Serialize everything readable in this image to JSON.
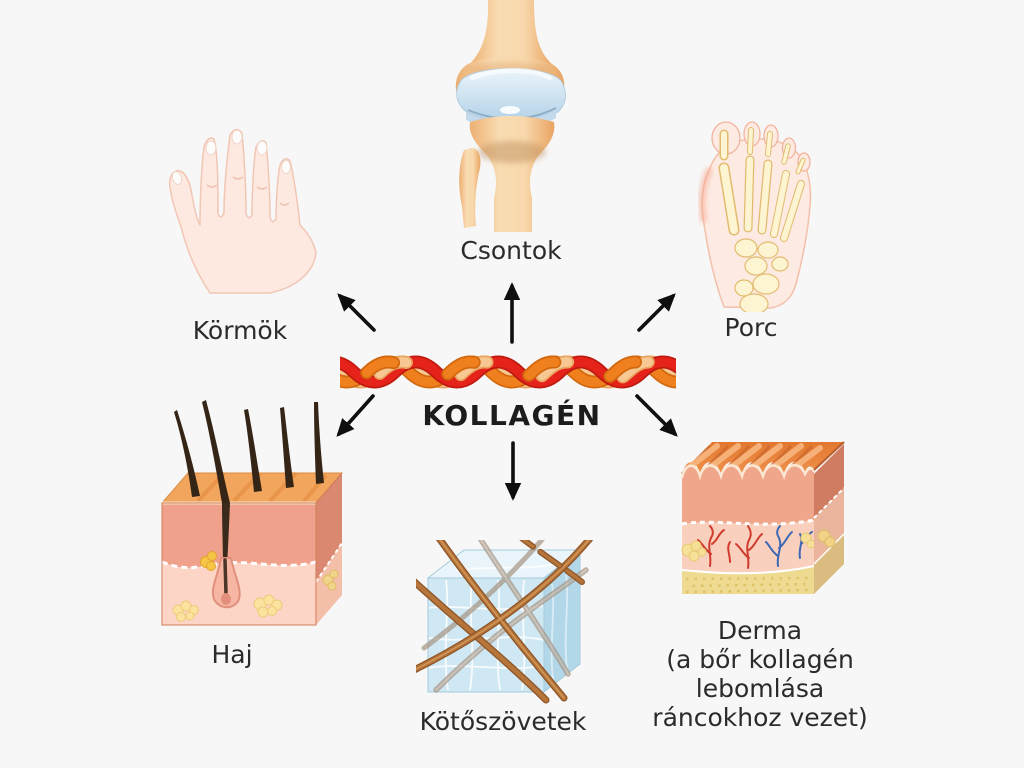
{
  "center": {
    "title": "KOLLAGÉN"
  },
  "nodes": {
    "bones": {
      "label": "Csontok",
      "illustration": "knee-joint"
    },
    "cartilage": {
      "label": "Porc",
      "illustration": "foot-bones"
    },
    "nails": {
      "label": "Körmök",
      "illustration": "hand-with-nails"
    },
    "hair": {
      "label": "Haj",
      "illustration": "skin-hair-cross-section"
    },
    "connective": {
      "label": "Kötőszövetek",
      "illustration": "connective-tissue-cube"
    },
    "derma": {
      "label_line1": "Derma",
      "label_line2": "(a bőr kollagén",
      "label_line3": "lebomlása",
      "label_line4": "ráncokhoz vezet)",
      "illustration": "wrinkled-skin-cross-section"
    }
  },
  "colors": {
    "background": "#f7f7f7",
    "label_text": "#2b2b2b",
    "title_text": "#1c1c1c",
    "arrow": "#0f0f0f",
    "braid_red": "#e5231b",
    "braid_orange": "#f07f1e",
    "braid_cream": "#f8c893",
    "cartilage_blue": "#bcd8ec",
    "bone_tan": "#f3bc85",
    "skin_pink": "#f0a18c"
  }
}
